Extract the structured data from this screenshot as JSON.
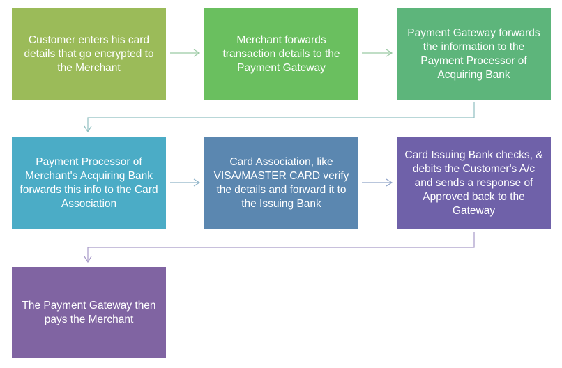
{
  "steps": [
    {
      "id": 1,
      "text": "Customer enters his card details that go encrypted to the Merchant",
      "color": "#9bbb59"
    },
    {
      "id": 2,
      "text": "Merchant forwards transaction details to the Payment Gateway",
      "color": "#6abf5f"
    },
    {
      "id": 3,
      "text": "Payment Gateway forwards the information to the Payment Processor of Acquiring Bank",
      "color": "#5db57b"
    },
    {
      "id": 4,
      "text": "Payment Processor of Merchant's Acquiring Bank forwards this info to the Card Association",
      "color": "#4bacc6"
    },
    {
      "id": 5,
      "text": "Card Association, like VISA/MASTER CARD verify the details and forward it to the Issuing Bank",
      "color": "#5b87b0"
    },
    {
      "id": 6,
      "text": "Card Issuing Bank checks, & debits the Customer's A/c  and sends a response of Approved back to the Gateway",
      "color": "#6f61a9"
    },
    {
      "id": 7,
      "text": "The Payment Gateway then pays the Merchant",
      "color": "#8064a2"
    }
  ],
  "colors": {
    "arrow_row1": "#9bc9a4",
    "arrow_row2": "#8fb3c8",
    "arrow_row3": "#a79ac8"
  }
}
